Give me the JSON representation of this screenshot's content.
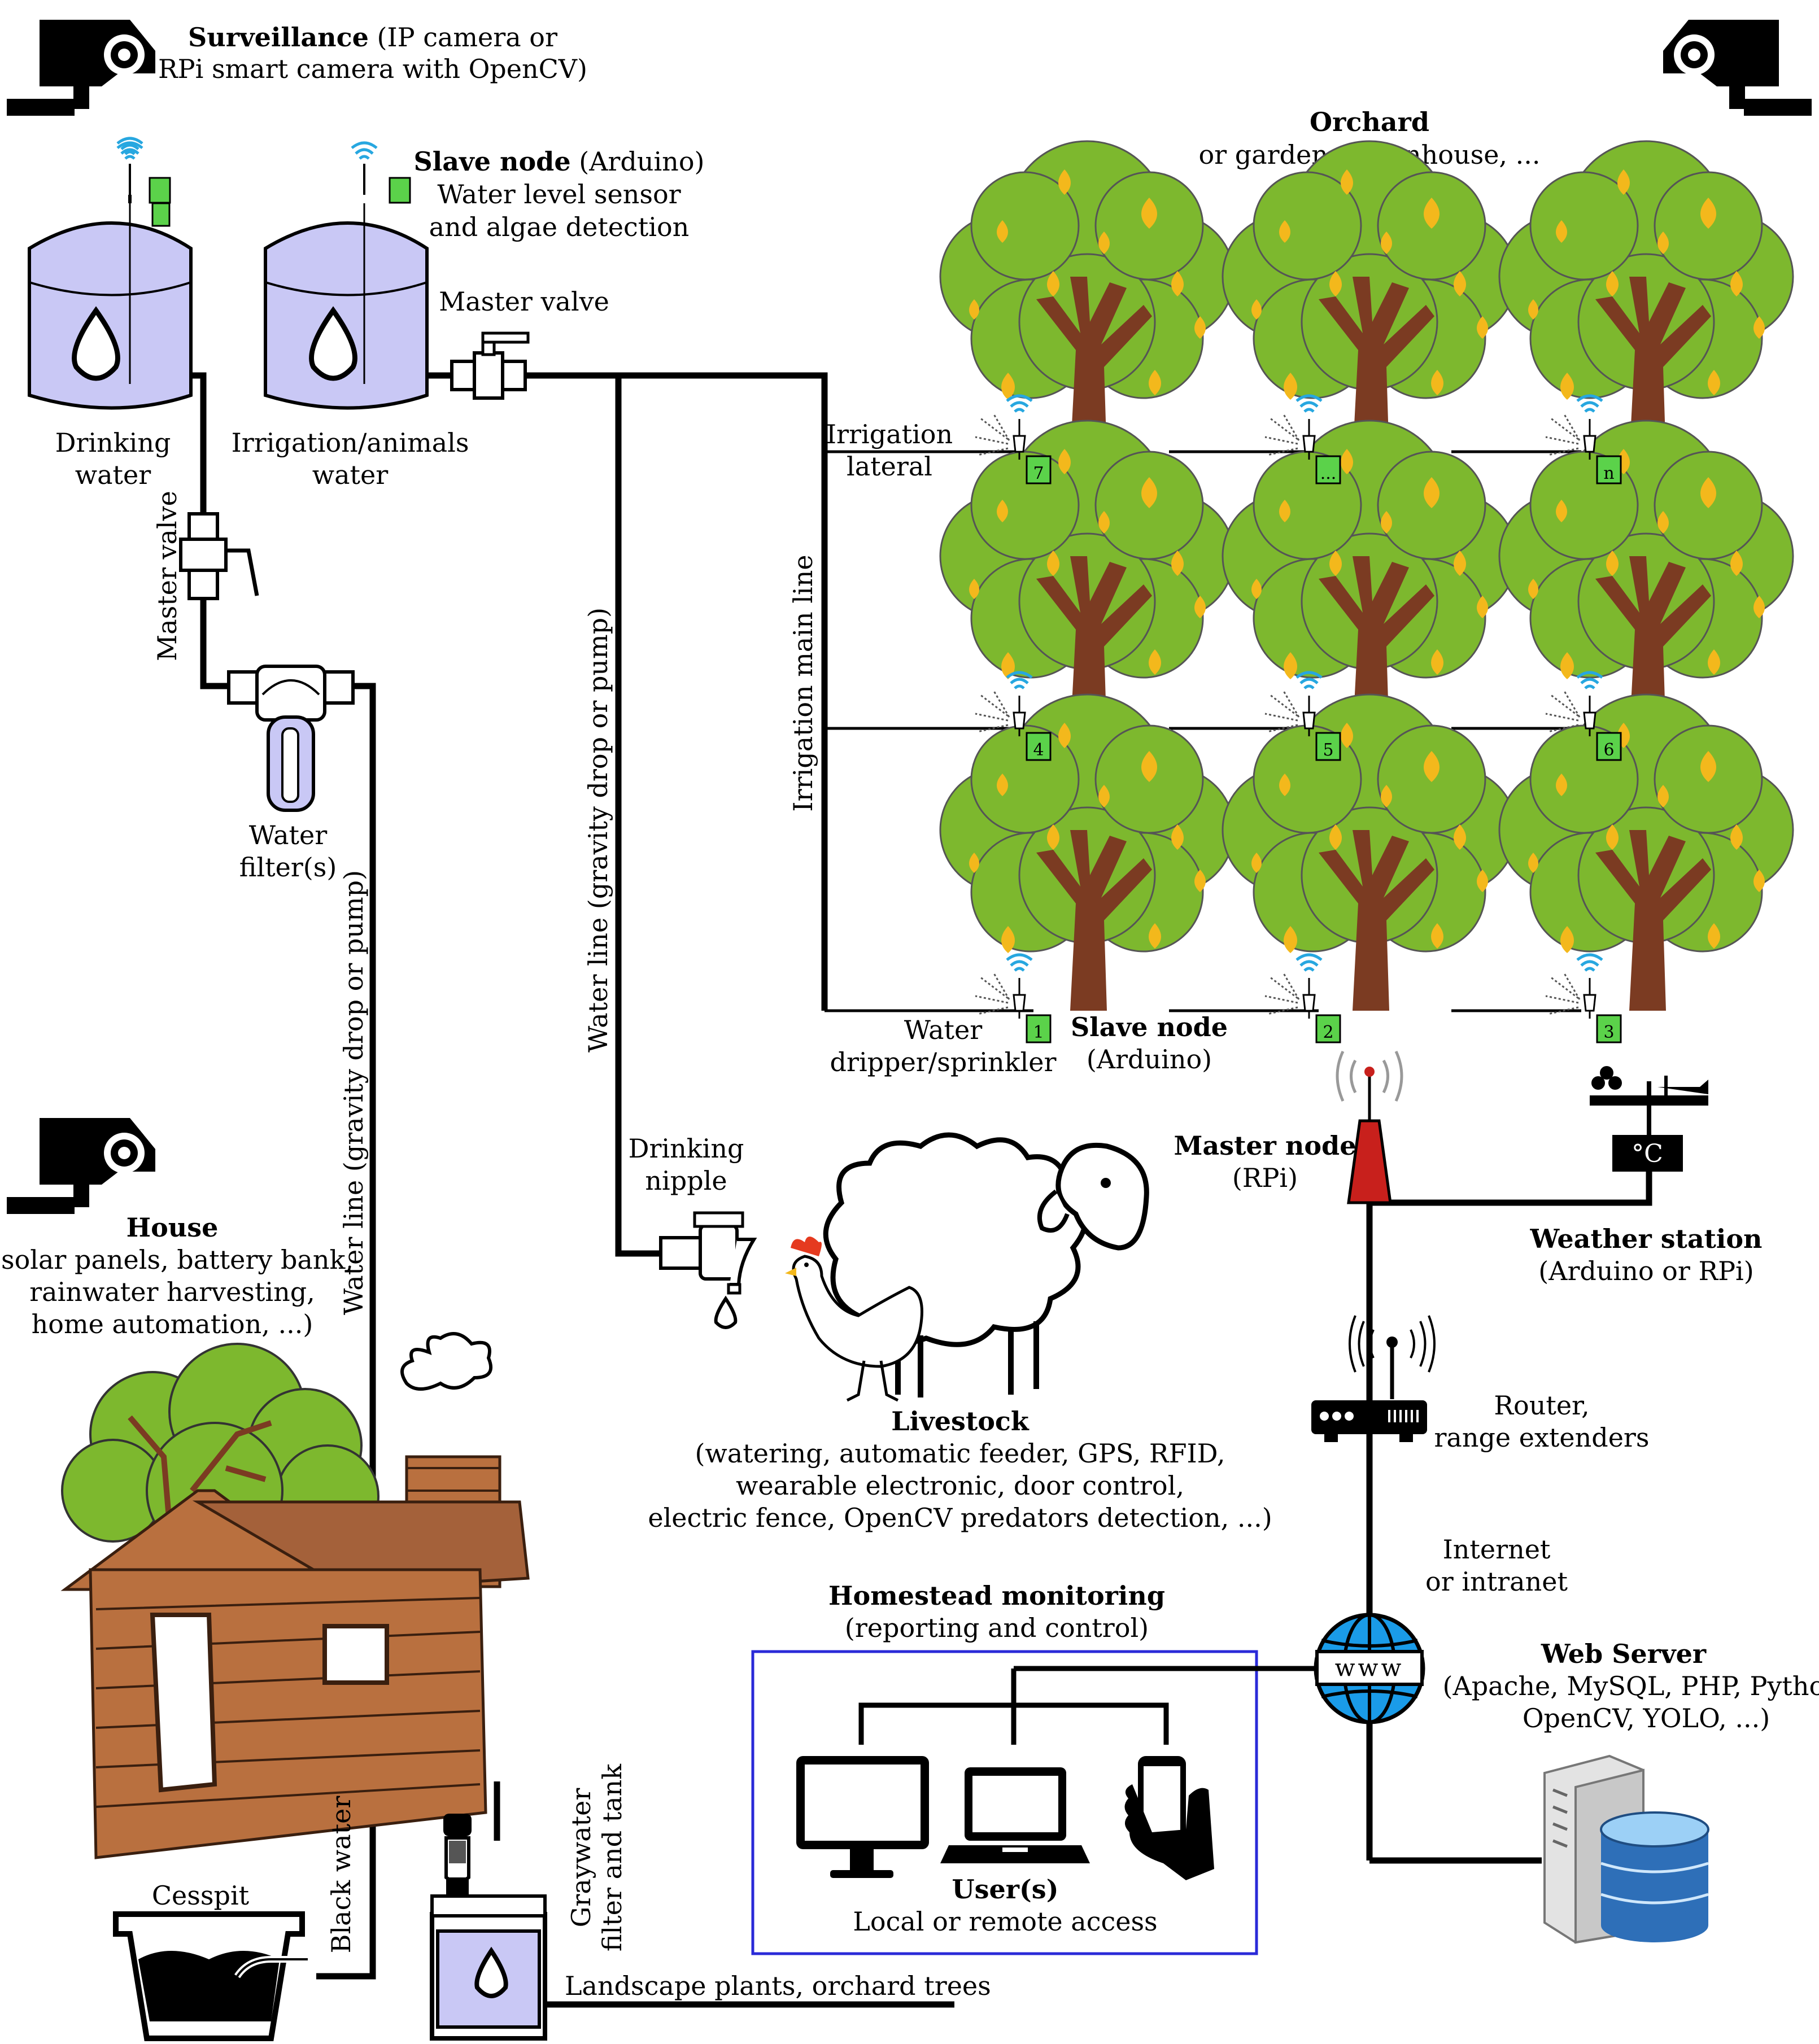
{
  "surveillance": {
    "title": "Surveillance",
    "detail_1": "(IP camera or",
    "detail_2": "RPi smart camera with OpenCV)"
  },
  "tanks": {
    "drinking": {
      "line1": "Drinking",
      "line2": "water"
    },
    "irrigation": {
      "line1": "Irrigation/animals",
      "line2": "water"
    }
  },
  "slave_node_top": {
    "title": "Slave node",
    "title_rest": " (Arduino)",
    "line2": "Water level sensor",
    "line3": "and algae detection"
  },
  "master_valve_top": "Master valve",
  "master_valve_side": "Master valve",
  "water_filter": {
    "line1": "Water",
    "line2": "filter(s)"
  },
  "water_line_left": "Water line (gravity drop or pump)",
  "water_line_mid": "Water line (gravity drop or pump)",
  "irrigation_main": "Irrigation main line",
  "irrigation_lateral": {
    "line1": "Irrigation",
    "line2": "lateral"
  },
  "orchard": {
    "title": "Orchard",
    "subtitle": "or garden, greenhouse, ..."
  },
  "node_labels": [
    "7",
    "...",
    "n",
    "4",
    "5",
    "6",
    "1",
    "2",
    "3"
  ],
  "dripper": {
    "line1": "Water",
    "line2": "dripper/sprinkler"
  },
  "slave_node_bottom": {
    "title": "Slave node",
    "subtitle": "(Arduino)"
  },
  "master_node": {
    "title": "Master node",
    "subtitle": "(RPi)"
  },
  "weather_station": {
    "title": "Weather station",
    "subtitle": "(Arduino or RPi)",
    "display": "°C"
  },
  "drinking_nipple": {
    "line1": "Drinking",
    "line2": "nipple"
  },
  "livestock": {
    "title": "Livestock",
    "line2": "(watering, automatic feeder, GPS, RFID,",
    "line3": "wearable electronic, door control,",
    "line4": "electric fence, OpenCV predators detection, ...)"
  },
  "house": {
    "title": "House",
    "line2": "(solar panels, battery bank,",
    "line3": "rainwater harvesting,",
    "line4": "home automation, ...)"
  },
  "router": {
    "line1": "Router,",
    "line2": "range extenders"
  },
  "internet": {
    "line1": "Internet",
    "line2": "or intranet"
  },
  "www_label": "www",
  "web_server": {
    "title": "Web Server",
    "line2": "(Apache, MySQL, PHP, Python,",
    "line3": "OpenCV, YOLO, ...)"
  },
  "monitoring": {
    "title": "Homestead monitoring",
    "subtitle": "(reporting and control)"
  },
  "users": {
    "title": "User(s)",
    "subtitle": "Local or remote access"
  },
  "cesspit": "Cesspit",
  "black_water": "Black water",
  "graywater": {
    "line1": "Graywater",
    "line2": "filter and tank"
  },
  "landscape": "Landscape plants, orchard trees",
  "colors": {
    "tank": "#c9c8f5",
    "tree_canopy": "#7db82e",
    "tree_trunk": "#7b3b22",
    "fruit": "#f3b81c",
    "node_green": "#5bd24a",
    "wifi_blue": "#27a7e0",
    "master_red": "#c8201c",
    "globe_blue": "#1a9be8",
    "house_wood": "#b9703f",
    "monitor_border": "#2a2ad8",
    "db_blue": "#2e6fb8"
  }
}
